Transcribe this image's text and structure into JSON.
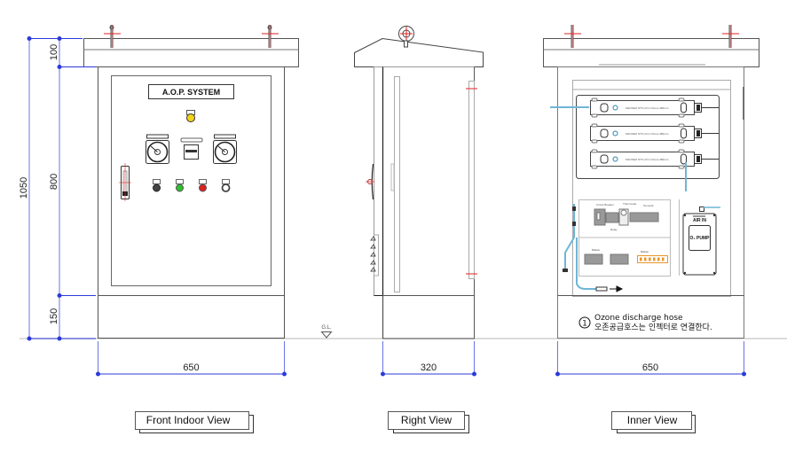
{
  "drawing": {
    "views": [
      {
        "id": "front",
        "title": "Front Indoor View"
      },
      {
        "id": "right",
        "title": "Right View"
      },
      {
        "id": "inner",
        "title": "Inner View"
      }
    ],
    "front": {
      "nameplate": "A.O.P. SYSTEM",
      "dimensions": {
        "total_height": "1050",
        "roof_height": "100",
        "body_height": "800",
        "base_height": "150",
        "width": "650"
      },
      "indicator_lamps": [
        {
          "role": "power",
          "color": "#f2d31b"
        },
        {
          "role": "selector",
          "color": "#444444"
        },
        {
          "role": "run",
          "color": "#2ec02e"
        },
        {
          "role": "stop",
          "color": "#e02020"
        },
        {
          "role": "reset",
          "color": "#666666"
        }
      ]
    },
    "right": {
      "dimensions": {
        "depth": "320"
      },
      "ground_level_label": "G.L."
    },
    "inner": {
      "dimensions": {
        "width": "650"
      },
      "uv_lamp_label": "MAOSEO STS UV-C Ozone 380mm",
      "uv_lamp_count": 3,
      "pump": {
        "air_in_label": "AIR IN",
        "pump_label": "O₃ PUMP"
      },
      "electrical": {
        "circuit_breaker": "Circuit Breaker",
        "thermostat": "Thermostat",
        "terminal": "Terminal",
        "relay": "Relay",
        "ballast": "Ballast"
      },
      "note": {
        "number": "1",
        "line1": "Ozone discharge hose",
        "line2": "오존공급호스는 인젝터로 연결한다."
      }
    },
    "colors": {
      "dimension_line": "#2b3bd9",
      "outline": "#444444",
      "centerline": "#e02020",
      "hose": "#6fb6d6",
      "ballast": "#e8962a"
    }
  }
}
